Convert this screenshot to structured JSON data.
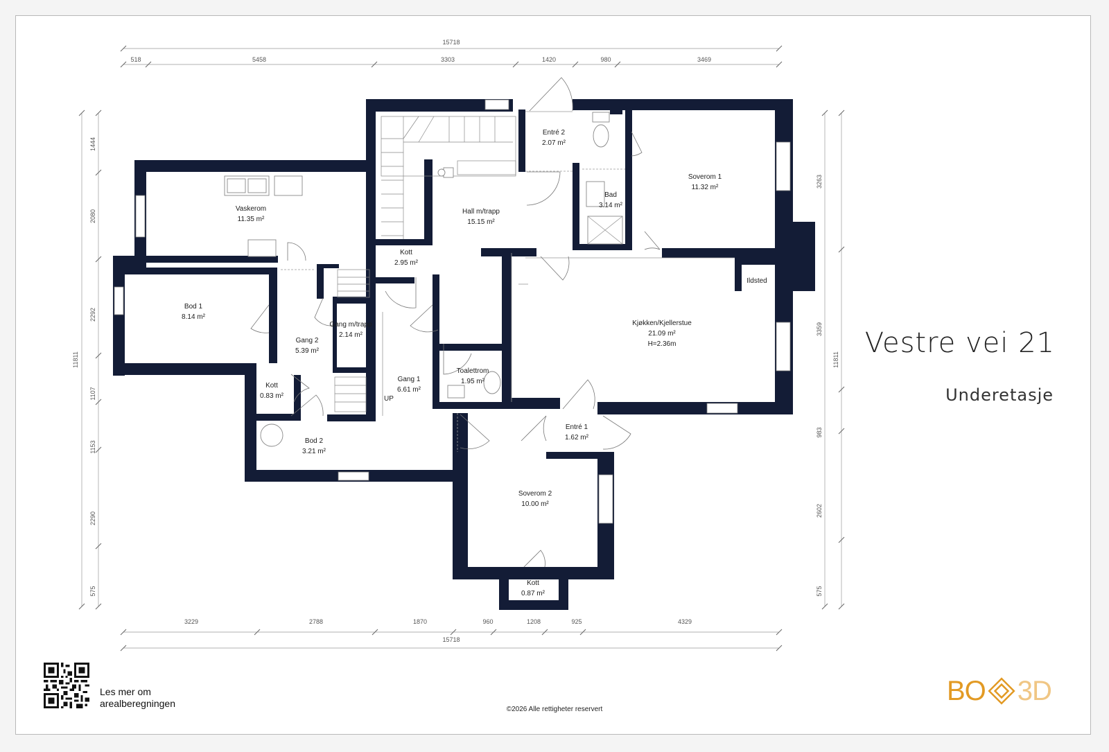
{
  "title": "Vestre vei 21",
  "subtitle": "Underetasje",
  "info_text": "Les mer om arealberegningen",
  "copyright": "©2026 Alle rettigheter reservert",
  "logo": {
    "left": "BO",
    "right": "3D",
    "color": "#e29a24"
  },
  "colors": {
    "wall": "#131c36",
    "dimension": "#555555",
    "sheet": "#ffffff"
  },
  "dimensions": {
    "top_total": "15718",
    "top": [
      "518",
      "5458",
      "3303",
      "1420",
      "980",
      "3469"
    ],
    "bottom_total": "15718",
    "bottom": [
      "3229",
      "2788",
      "1870",
      "960",
      "1208",
      "925",
      "4329"
    ],
    "left_total": "11811",
    "left": [
      "1444",
      "2080",
      "2292",
      "1107",
      "1153",
      "2290",
      "575"
    ],
    "right_total": "11811",
    "right": [
      "3263",
      "3359",
      "983",
      "2602",
      "575"
    ]
  },
  "rooms": {
    "vaskerom": {
      "name": "Vaskerom",
      "area": "11.35 m²"
    },
    "bod1": {
      "name": "Bod 1",
      "area": "8.14 m²"
    },
    "gang2": {
      "name": "Gang 2",
      "area": "5.39 m²"
    },
    "gangtrapp": {
      "name": "Gang m/trapp",
      "area": "2.14 m²"
    },
    "kott1": {
      "name": "Kott",
      "area": "0.83 m²"
    },
    "bod2": {
      "name": "Bod 2",
      "area": "3.21 m²"
    },
    "kott2": {
      "name": "Kott",
      "area": "2.95 m²"
    },
    "gang1": {
      "name": "Gang 1",
      "area": "6.61 m²"
    },
    "hall": {
      "name": "Hall m/trapp",
      "area": "15.15 m²"
    },
    "entre2": {
      "name": "Entré 2",
      "area": "2.07 m²"
    },
    "bad": {
      "name": "Bad",
      "area": "3.14 m²"
    },
    "soverom1": {
      "name": "Soverom 1",
      "area": "11.32 m²"
    },
    "kjokken": {
      "name": "Kjøkken/Kjellerstue",
      "area": "21.09 m²",
      "height": "H=2.36m"
    },
    "toalett": {
      "name": "Toalettrom",
      "area": "1.95 m²"
    },
    "entre1": {
      "name": "Entré 1",
      "area": "1.62 m²"
    },
    "soverom2": {
      "name": "Soverom 2",
      "area": "10.00 m²"
    },
    "kott3": {
      "name": "Kott",
      "area": "0.87 m²"
    }
  },
  "labels": {
    "up": "UP",
    "ildsted": "Ildsted"
  }
}
